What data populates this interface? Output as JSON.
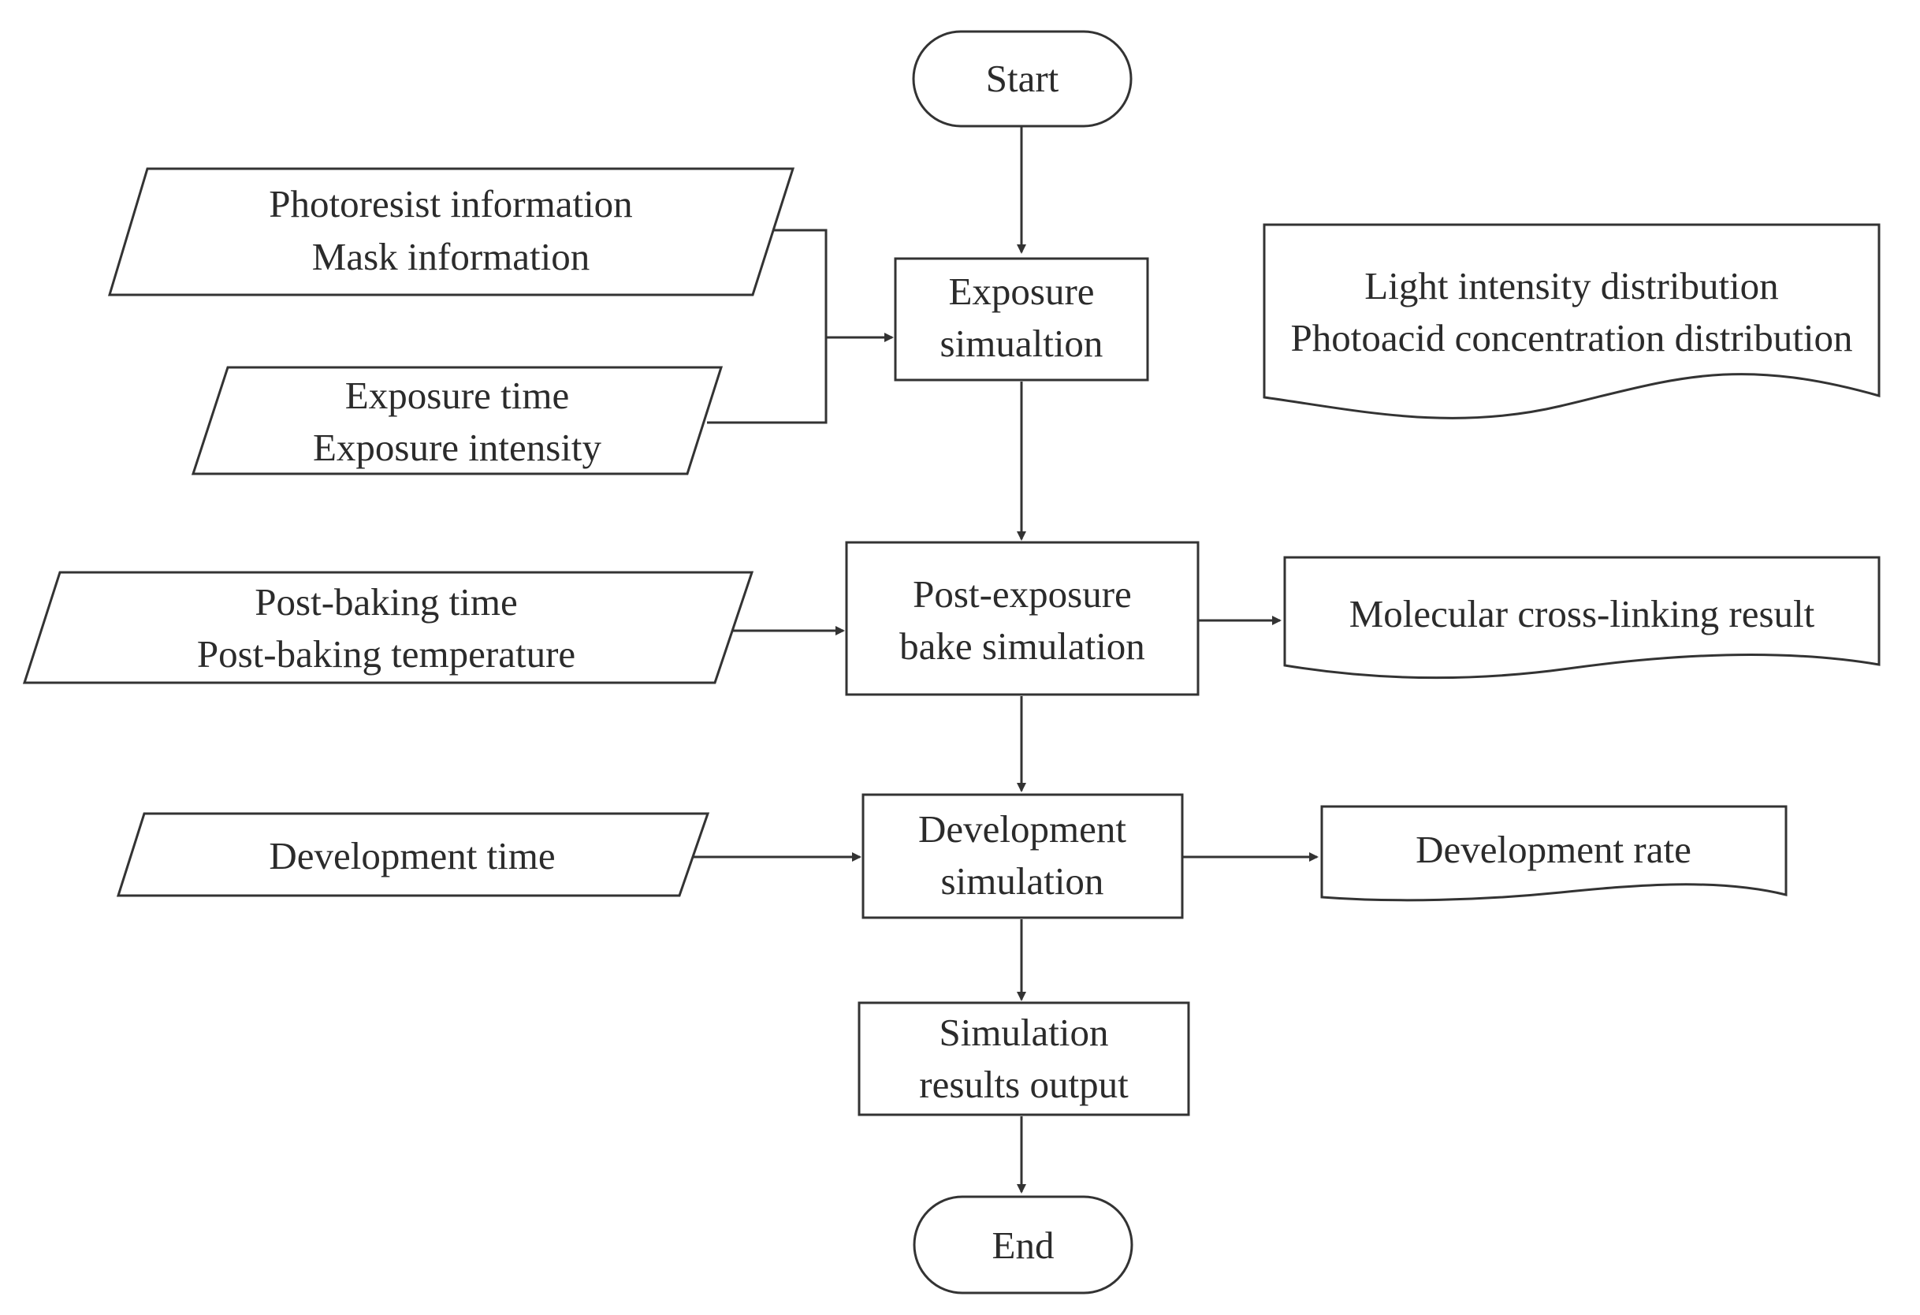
{
  "nodes": {
    "start": {
      "label": "Start"
    },
    "exposure": {
      "lines": [
        "Exposure",
        "simualtion"
      ]
    },
    "peb": {
      "lines": [
        "Post-exposure",
        "bake simulation"
      ]
    },
    "development": {
      "lines": [
        "Development",
        "simulation"
      ]
    },
    "output": {
      "lines": [
        "Simulation",
        "results output"
      ]
    },
    "end": {
      "label": "End"
    }
  },
  "inputs": {
    "photoresist": {
      "lines": [
        "Photoresist information",
        "Mask information"
      ]
    },
    "exposure_params": {
      "lines": [
        "Exposure time",
        "Exposure intensity"
      ]
    },
    "postbake": {
      "lines": [
        "Post-baking time",
        "Post-baking temperature"
      ]
    },
    "devtime": {
      "lines": [
        "Development time"
      ]
    }
  },
  "outputs": {
    "light": {
      "lines": [
        "Light intensity distribution",
        "Photoacid concentration distribution"
      ]
    },
    "crosslink": {
      "lines": [
        "Molecular cross-linking result"
      ]
    },
    "devrate": {
      "lines": [
        "Development rate"
      ]
    }
  },
  "colors": {
    "stroke": "#333333",
    "text": "#2b2b2b",
    "background": "#ffffff"
  }
}
